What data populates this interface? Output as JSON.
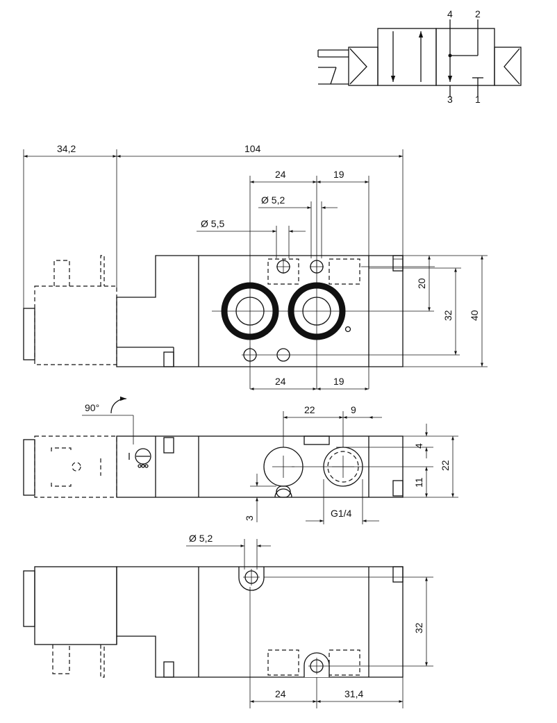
{
  "symbol": {
    "ports": {
      "p4": "4",
      "p2": "2",
      "p3": "3",
      "p1": "1"
    }
  },
  "top_view": {
    "dims": {
      "coil_length": "34,2",
      "body_length": "104",
      "port_spacing_left": "24",
      "port_spacing_right": "19",
      "hole_dia_52": "Ø 5,2",
      "hole_dia_55": "Ø 5,5",
      "height_20": "20",
      "height_32": "32",
      "height_40": "40",
      "bottom_24": "24",
      "bottom_19": "19"
    }
  },
  "side_view": {
    "rotation": "90°",
    "dims": {
      "spacing_22": "22",
      "spacing_9": "9",
      "height_4": "4",
      "height_22": "22",
      "height_11": "11",
      "offset_3": "3",
      "thread": "G1/4"
    }
  },
  "bottom_view": {
    "dims": {
      "hole_dia": "Ø 5,2",
      "height_32": "32",
      "spacing_24": "24",
      "spacing_314": "31,4"
    }
  }
}
